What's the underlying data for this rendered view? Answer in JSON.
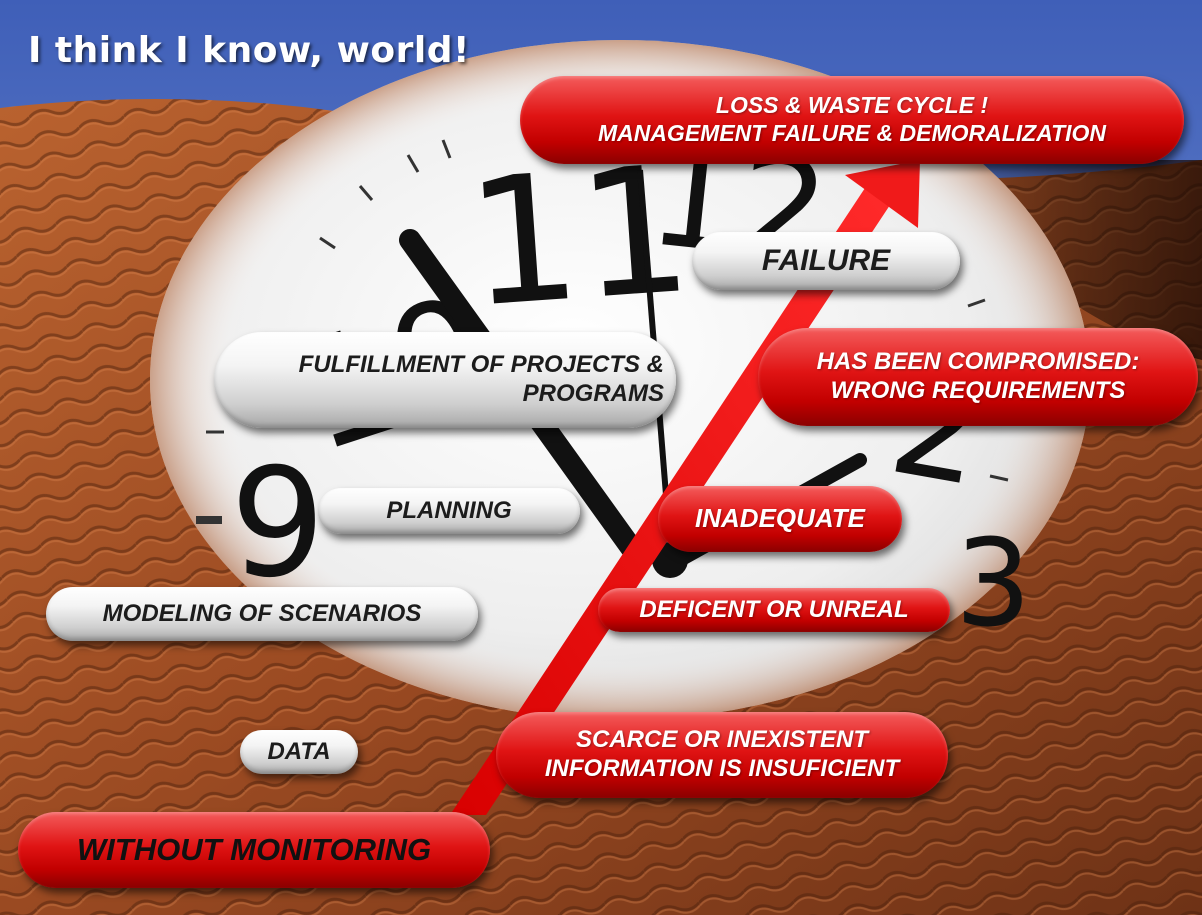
{
  "title": "I think I know, world!",
  "clock_numerals": [
    "11",
    "12",
    "10",
    "9",
    "2",
    "3"
  ],
  "colors": {
    "accent_red": "#e01414",
    "pill_gray": "#d9d9d9",
    "sky": "#4f6fc4",
    "sand": "#a8542a"
  },
  "labels": {
    "loss_waste_line1": "LOSS & WASTE CYCLE !",
    "loss_waste_line2": "MANAGEMENT FAILURE & DEMORALIZATION",
    "failure": "FAILURE",
    "fulfillment_line1": "FULFILLMENT OF PROJECTS &",
    "fulfillment_line2": "PROGRAMS",
    "compromised_line1": "HAS BEEN COMPROMISED:",
    "compromised_line2": "WRONG REQUIREMENTS",
    "planning": "PLANNING",
    "inadequate": "INADEQUATE",
    "modeling": "MODELING OF SCENARIOS",
    "deficient": "DEFICENT OR UNREAL",
    "data": "DATA",
    "scarce_line1": "SCARCE OR  INEXISTENT",
    "scarce_line2": "INFORMATION IS INSUFICIENT",
    "without_monitoring": "WITHOUT MONITORING"
  }
}
